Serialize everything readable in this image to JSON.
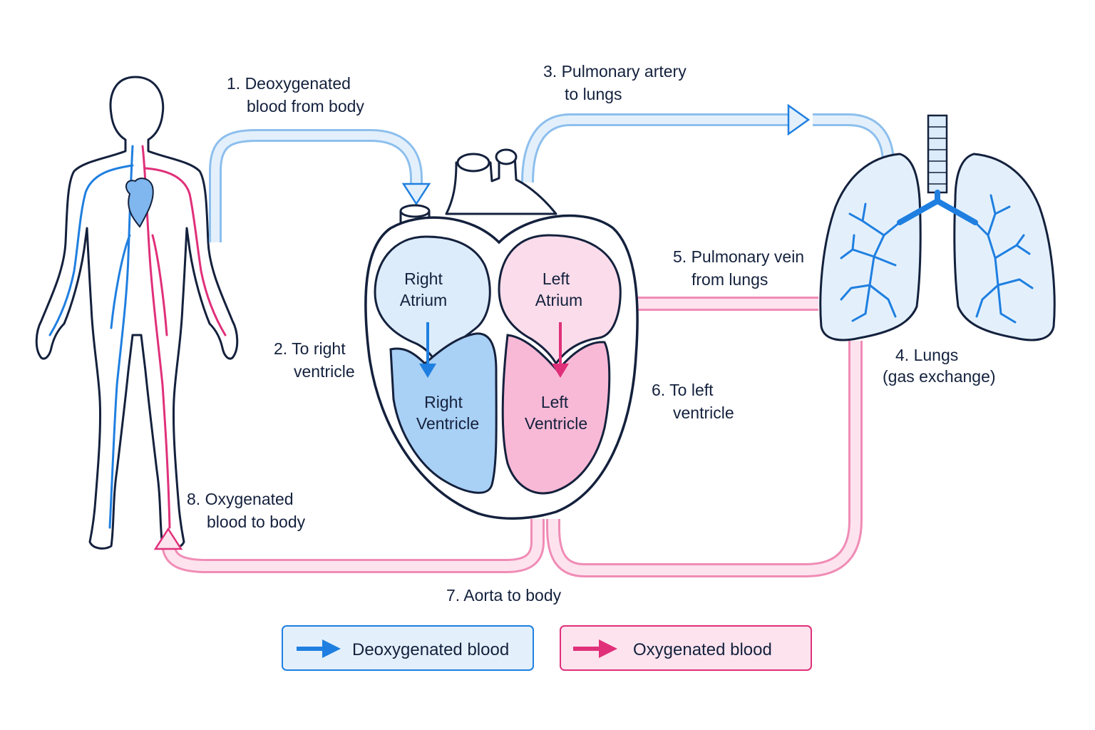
{
  "labels": {
    "step1": [
      "1. Deoxygenated",
      "blood from body"
    ],
    "step2": [
      "2. To right",
      "ventricle"
    ],
    "step3": [
      "3. Pulmonary artery",
      "to lungs"
    ],
    "step4": [
      "4. Lungs",
      "(gas exchange)"
    ],
    "step5": [
      "5. Pulmonary vein",
      "from lungs"
    ],
    "step6": [
      "6. To left",
      "ventricle"
    ],
    "step7": "7. Aorta to body",
    "step8": [
      "8. Oxygenated",
      "blood to body"
    ]
  },
  "chambers": {
    "right_atrium": [
      "Right",
      "Atrium"
    ],
    "right_ventricle": [
      "Right",
      "Ventricle"
    ],
    "left_atrium": [
      "Left",
      "Atrium"
    ],
    "left_ventricle": [
      "Left",
      "Ventricle"
    ]
  },
  "legend": {
    "deoxygenated": "Deoxygenated blood",
    "oxygenated": "Oxygenated blood"
  },
  "colors": {
    "deoxygenated": "#1f7fe0",
    "oxygenated": "#e0307a",
    "deoxy_fill": "#dcecfb",
    "oxy_fill": "#fbdcea",
    "outline": "#14213d"
  }
}
